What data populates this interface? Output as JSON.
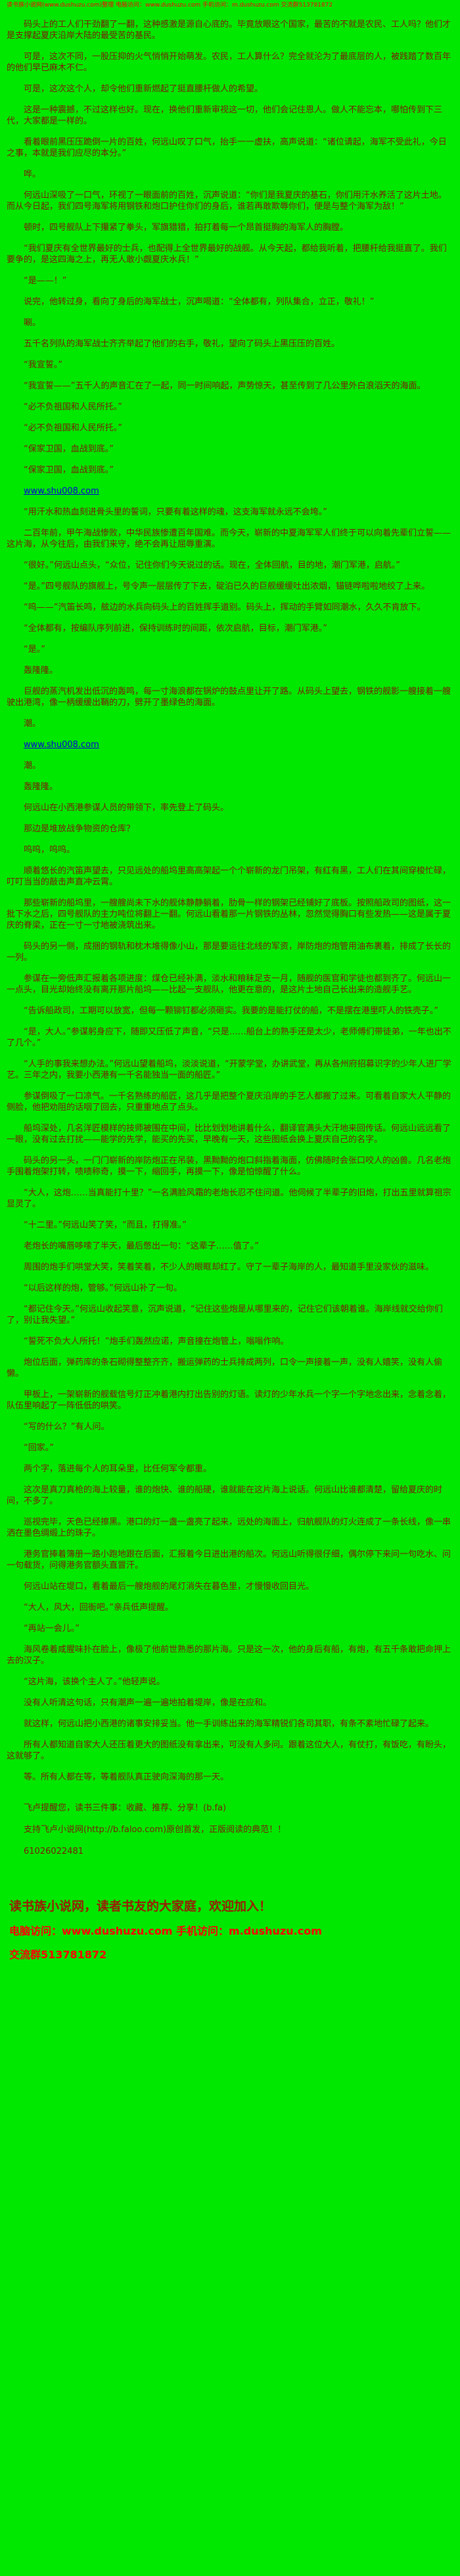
{
  "colors": {
    "background": "#00e800",
    "body_text": "#7c1a00",
    "header_red": "#ff0000",
    "footer_dark_red": "#9b1c00",
    "link_blue": "#0000dd"
  },
  "header": {
    "text": "读书族小说网(www.dushuzu.com)整理 电脑访问：www.dushuzu.com 手机访问：m.dushuzu.com 交流群513781872"
  },
  "body": {
    "paragraphs": [
      {
        "type": "text",
        "text": "码头上的工人们干劲翻了一翻，这种感激是源自心底的。毕竟放眼这个国家，最苦的不就是农民、工人吗？他们才是支撑起夏庆沿岸大陆的最受苦的基民。"
      },
      {
        "type": "text",
        "text": "可是，这次不同，一股压抑的火气悄悄开始萌发。农民，工人算什么？完全就沦为了最底层的人，被践踏了数百年的他们早已麻木不仁。"
      },
      {
        "type": "text",
        "text": "可是，这次这个人，却令他们重新燃起了挺直腰杆做人的希望。"
      },
      {
        "type": "text",
        "text": "这是一种震撼，不过这样也好。现在，换他们重新审视这一切，他们会记住恩人。做人不能忘本，哪怕传到下三代，大家都是一样的。"
      },
      {
        "type": "text",
        "text": "看着眼前黑压压跪倒一片的百姓，何远山叹了口气，抬手一一虚扶，高声说道：“诸位请起，海军不受此礼，今日之事，本就是我们应尽的本分。”"
      },
      {
        "type": "text",
        "text": "哗。"
      },
      {
        "type": "text",
        "text": "何远山深吸了一口气，环视了一眼面前的百姓，沉声说道：“你们是我夏庆的基石，你们用汗水养活了这片土地。而从今日起，我们四号海军将用钢铁和炮口护住你们的身后，谁若再敢欺辱你们，便是与整个海军为敌！”"
      },
      {
        "type": "text",
        "text": "顿时，四号舰队上下攥紧了拳头，军旗猎猎，拍打着每一个昂首挺胸的海军人的胸膛。"
      },
      {
        "type": "text",
        "text": "“我们夏庆有全世界最好的士兵，也配得上全世界最好的战舰。从今天起，都给我听着，把腰杆给我挺直了。我们要争的，是这四海之上，再无人敢小觑夏庆水兵！”"
      },
      {
        "type": "text",
        "text": "“是——！”"
      },
      {
        "type": "text",
        "text": "说完，他转过身，看向了身后的海军战士，沉声喝道：“全体都有，列队集合，立正，敬礼！”"
      },
      {
        "type": "text",
        "text": "唰。"
      },
      {
        "type": "text",
        "text": "五千名列队的海军战士齐齐举起了他们的右手，敬礼，望向了码头上黑压压的百姓。"
      },
      {
        "type": "text",
        "text": "“我宣誓。”"
      },
      {
        "type": "text",
        "text": "“我宣誓——”五千人的声音汇在了一起，同一时间响起，声势惊天，甚至传到了几公里外白浪滔天的海面。"
      },
      {
        "type": "text",
        "text": "“必不负祖国和人民所托。”"
      },
      {
        "type": "text",
        "text": "“必不负祖国和人民所托。”"
      },
      {
        "type": "text",
        "text": "“保家卫国，血战到底。”"
      },
      {
        "type": "text",
        "text": "“保家卫国，血战到底。”"
      },
      {
        "type": "link",
        "text": "www.shu008.com"
      },
      {
        "type": "text",
        "text": "“用汗水和热血刻进骨头里的誓词，只要有着这样的魂，这支海军就永远不会垮。”"
      },
      {
        "type": "text",
        "text": "二百年前，甲午海战惨败，中华民族惨遭百年国难。而今天，崭新的中夏海军军人们终于可以向着先辈们立誓——这片海，从今往后，由我们来守，绝不会再让屈辱重演。"
      },
      {
        "type": "text",
        "text": "“很好。”何远山点头，“众位，记住你们今天说过的话。现在，全体回航，目的地，潮门军港，启航。”"
      },
      {
        "type": "text",
        "text": "“是。”四号舰队的旗舰上，号令声一层层传了下去，碇泊已久的巨舰缓缓吐出浓烟，锚链哗啦啦地绞了上来。"
      },
      {
        "type": "text",
        "text": "“呜——”汽笛长鸣，舷边的水兵向码头上的百姓挥手道别。码头上，挥动的手臂如同潮水，久久不肯放下。"
      },
      {
        "type": "text",
        "text": "“全体都有，按编队序列前进，保持训练时的间距，依次启航，目标，潮门军港。”"
      },
      {
        "type": "text",
        "text": "“是。”"
      },
      {
        "type": "text",
        "text": "轰隆隆。"
      },
      {
        "type": "text",
        "text": "巨舰的蒸汽机发出低沉的轰鸣，每一寸海浪都在锅炉的鼓点里让开了路。从码头上望去，钢铁的舰影一艘接着一艘驶出港湾，像一柄缓缓出鞘的刀，劈开了墨绿色的海面。"
      },
      {
        "type": "text",
        "text": "潮。"
      },
      {
        "type": "link",
        "text": "www.shu008.com"
      },
      {
        "type": "text",
        "text": "潮。"
      },
      {
        "type": "text",
        "text": "轰隆隆。"
      },
      {
        "type": "text",
        "text": "何远山在小西港参谋人员的带领下，率先登上了码头。"
      },
      {
        "type": "text",
        "text": "那边是堆放战争物资的仓库？"
      },
      {
        "type": "text",
        "text": "呜呜，呜呜。"
      },
      {
        "type": "text",
        "text": "顺着悠长的汽笛声望去，只见远处的船坞里高高架起一个个崭新的龙门吊架，有红有黑，工人们在其间穿梭忙碌，叮叮当当的敲击声直冲云霄。"
      },
      {
        "type": "text",
        "text": "那些崭新的船坞里，一艘艘尚未下水的舰体静静躺着，肋骨一样的钢架已经铺好了底板。按照船政司的图纸，这一批下水之后，四号舰队的主力吨位将翻上一翻。何远山看着那一片钢铁的丛林，忽然觉得胸口有些发热——这是属于夏庆的脊梁，正在一寸一寸地被浇筑出来。"
      },
      {
        "type": "text",
        "text": "码头的另一侧，成捆的钢轨和枕木堆得像小山，那是要运往北线的军资，岸防炮的炮管用油布裹着，排成了长长的一列。"
      },
      {
        "type": "text",
        "text": "参谋在一旁低声汇报着各项进度：煤仓已经补满，淡水和粮秣足支一月，随舰的医官和学徒也都到齐了。何远山一一点头，目光却始终没有离开那片船坞——比起一支舰队，他更在意的，是这片土地自己长出来的造舰手艺。"
      },
      {
        "type": "text",
        "text": "“告诉船政司，工期可以放宽，但每一颗铆钉都必须砸实。我要的是能打仗的船，不是摆在港里吓人的铁壳子。”"
      },
      {
        "type": "text",
        "text": "“是，大人。”参谋躬身应下，随即又压低了声音，“只是……船台上的熟手还是太少，老师傅们带徒弟，一年也出不了几个。”"
      },
      {
        "type": "text",
        "text": "“人手的事我来想办法。”何远山望着船坞，淡淡说道，“开蒙学堂，办讲武堂，再从各州府招募识字的少年人进厂学艺。三年之内，我要小西港有一千名能独当一面的船匠。”"
      },
      {
        "type": "text",
        "text": "参谋倒吸了一口凉气。一千名熟练的船匠，这几乎是把整个夏庆沿岸的手艺人都搬了过来。可看着自家大人平静的侧脸，他把劝阻的话咽了回去，只重重地点了点头。"
      },
      {
        "type": "text",
        "text": "船坞深处，几名洋匠模样的技师被围在中间，比比划划地讲着什么，翻译官满头大汗地来回传话。何远山远远看了一眼，没有过去打扰——能学的先学，能买的先买，早晚有一天，这些图纸会换上夏庆自己的名字。"
      },
      {
        "type": "text",
        "text": "码头的另一头，一门门崭新的岸防炮正在吊装，黑黝黝的炮口斜指着海面，仿佛随时会张口咬人的凶兽。几名老炮手围着炮架打转，啧啧称奇，摸一下，缩回手，再摸一下，像是怕惊醒了什么。"
      },
      {
        "type": "text",
        "text": "“大人，这炮……当真能打十里？”一名满脸风霜的老炮长忍不住问道。他伺候了半辈子的旧炮，打出五里就算祖宗显灵了。"
      },
      {
        "type": "text",
        "text": "“十二里。”何远山笑了笑，“而且，打得准。”"
      },
      {
        "type": "text",
        "text": "老炮长的嘴唇哆嗦了半天，最后憋出一句：“这辈子……值了。”"
      },
      {
        "type": "text",
        "text": "周围的炮手们哄堂大笑，笑着笑着，不少人的眼眶却红了。守了一辈子海岸的人，最知道手里没家伙的滋味。"
      },
      {
        "type": "text",
        "text": "“以后这样的炮，管够。”何远山补了一句。"
      },
      {
        "type": "text",
        "text": "“都记住今天。”何远山收起笑意，沉声说道，“记住这些炮是从哪里来的，记住它们该朝着谁。海岸线就交给你们了，别让我失望。”"
      },
      {
        "type": "text",
        "text": "“誓死不负大人所托！”炮手们轰然应诺，声音撞在炮管上，嗡嗡作响。"
      },
      {
        "type": "text",
        "text": "炮位后面，弹药库的条石砌得整整齐齐，搬运弹药的士兵排成两列，口令一声接着一声，没有人嬉笑，没有人偷懒。"
      },
      {
        "type": "text",
        "text": "甲板上，一架崭新的舰载信号灯正冲着港内打出告别的灯语。读灯的少年水兵一个字一个字地念出来，念着念着，队伍里响起了一阵低低的哄笑。"
      },
      {
        "type": "text",
        "text": "“写的什么？”有人问。"
      },
      {
        "type": "text",
        "text": "“回家。”"
      },
      {
        "type": "text",
        "text": "两个字，落进每个人的耳朵里，比任何军令都重。"
      },
      {
        "type": "text",
        "text": "这次是真刀真枪的海上较量，谁的炮快、谁的船硬，谁就能在这片海上说话。何远山比谁都清楚，留给夏庆的时间，不多了。"
      },
      {
        "type": "text",
        "text": "巡视完毕，天色已经擦黑。港口的灯一盏一盏亮了起来，远处的海面上，归航舰队的灯火连成了一条长线，像一串洒在墨色绸缎上的珠子。"
      },
      {
        "type": "text",
        "text": "港务官捧着簿册一路小跑地跟在后面，汇报着今日进出港的船次。何远山听得很仔细，偶尔停下来问一句吃水、问一句载货，问得港务官额头直冒汗。"
      },
      {
        "type": "text",
        "text": "何远山站在堤口，看着最后一艘炮舰的尾灯消失在暮色里，才慢慢收回目光。"
      },
      {
        "type": "text",
        "text": "“大人，风大，回衙吧。”亲兵低声提醒。"
      },
      {
        "type": "text",
        "text": "“再站一会儿。”"
      },
      {
        "type": "text",
        "text": "海风卷着咸腥味扑在脸上，像极了他前世熟悉的那片海。只是这一次，他的身后有船，有炮，有五千条敢把命押上去的汉子。"
      },
      {
        "type": "text",
        "text": "“这片海，该换个主人了。”他轻声说。"
      },
      {
        "type": "text",
        "text": "没有人听清这句话，只有潮声一遍一遍地拍着堤岸，像是在应和。"
      },
      {
        "type": "text",
        "text": "就这样，何远山把小西港的诸事安排妥当。他一手训练出来的海军精锐们各司其职，有条不紊地忙碌了起来。"
      },
      {
        "type": "text",
        "text": "所有人都知道自家大人还压着更大的图纸没有拿出来，可没有人多问。跟着这位大人，有仗打，有饭吃，有盼头，这就够了。"
      },
      {
        "type": "text",
        "text": "等。所有人都在等，等着舰队真正驶向深海的那一天。"
      }
    ]
  },
  "notice": {
    "lines": [
      "飞卢提醒您，读书三件事：收藏、推荐、分享！(b.fa)",
      "支持飞卢小说网(http://b.faloo.com)原创首发，正版阅读的典范！！",
      "61026022481"
    ]
  },
  "footer": {
    "line1": "读书族小说网，读者书友的大家庭，欢迎加入！",
    "line2": "电脑访问：www.dushuzu.com 手机访问：m.dushuzu.com",
    "line3": "交流群513781872"
  }
}
